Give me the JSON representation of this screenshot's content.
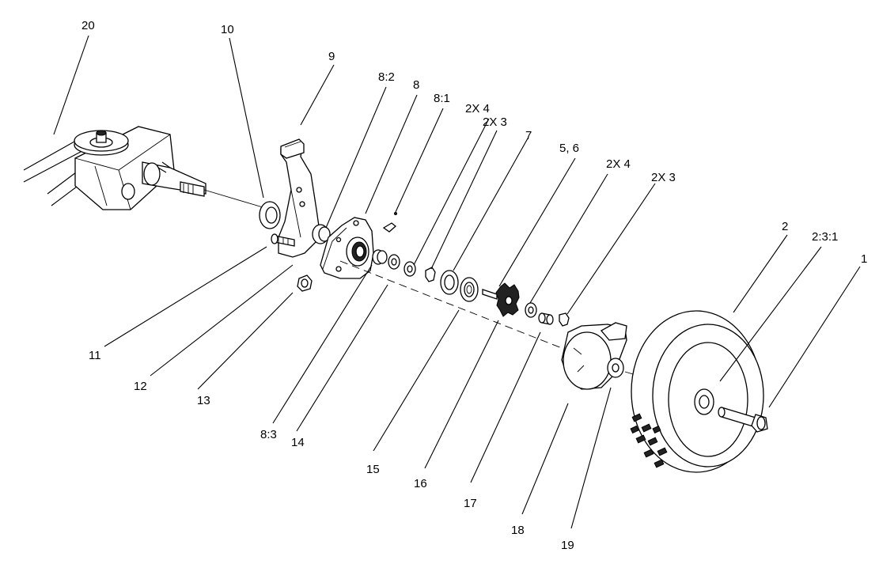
{
  "diagram": {
    "callouts": {
      "c20": "20",
      "c10": "10",
      "c9": "9",
      "c8_2": "8:2",
      "c8": "8",
      "c8_1": "8:1",
      "c2x4_a": "2X 4",
      "c2x3_a": "2X 3",
      "c7": "7",
      "c5_6": "5, 6",
      "c2x4_b": "2X 4",
      "c2x3_b": "2X 3",
      "c2": "2",
      "c2_3_1": "2:3:1",
      "c1": "1",
      "c11": "11",
      "c12": "12",
      "c13": "13",
      "c8_3": "8:3",
      "c14": "14",
      "c15": "15",
      "c16": "16",
      "c17": "17",
      "c18": "18",
      "c19": "19"
    }
  }
}
